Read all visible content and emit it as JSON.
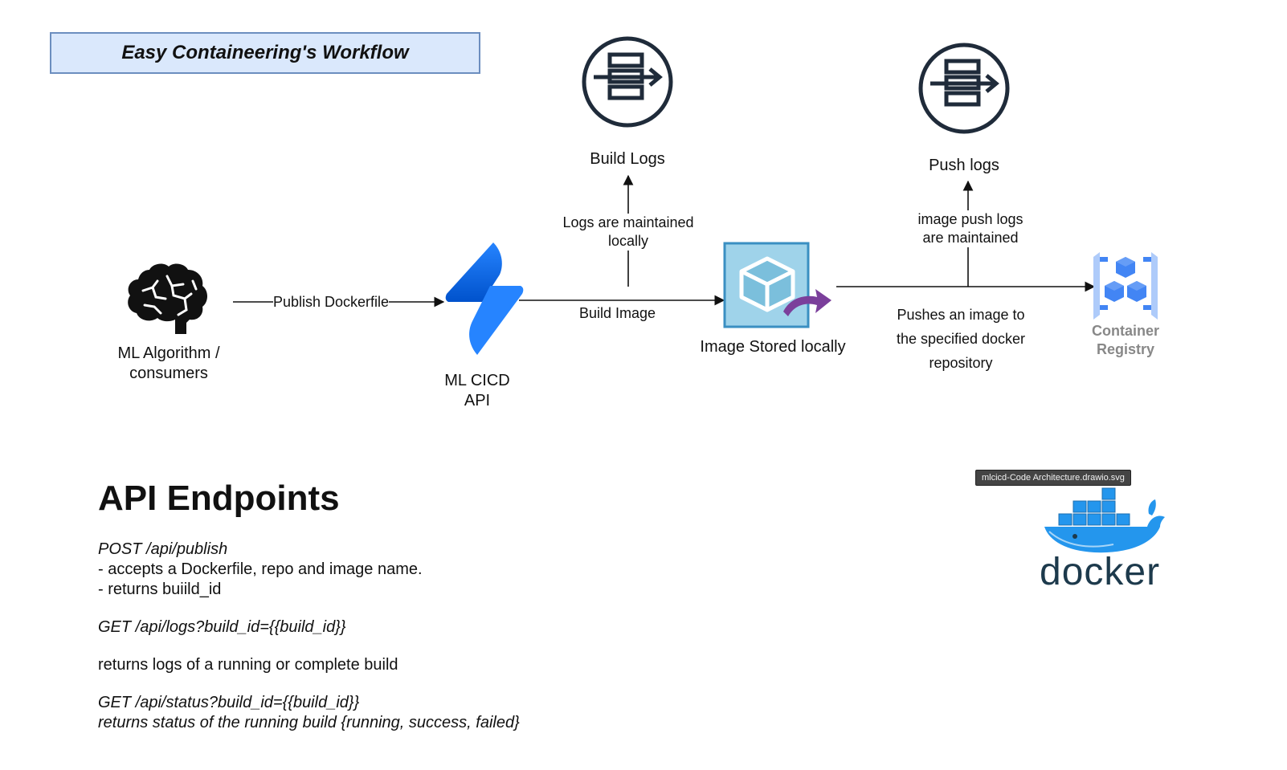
{
  "title": "Easy Containeering's Workflow",
  "nodes": {
    "ml_algorithm": "ML Algorithm /\nconsumers",
    "ml_cicd_api": "ML CICD\nAPI",
    "build_logs": "Build Logs",
    "image_stored": "Image Stored locally",
    "push_logs": "Push logs",
    "container_registry": "Container\nRegistry"
  },
  "edges": {
    "publish": "Publish Dockerfile",
    "build_image": "Build Image",
    "logs_maintained": "Logs are maintained\nlocally",
    "push_logs_maintained": "image push logs\nare maintained",
    "pushes_image": "Pushes an image to\nthe specified docker\nrepository"
  },
  "api": {
    "heading": "API Endpoints",
    "publish_endpoint": "POST /api/publish",
    "publish_desc1": "- accepts a Dockerfile, repo and image name.",
    "publish_desc2": "- returns buiild_id",
    "logs_endpoint": "GET /api/logs?build_id={{build_id}}",
    "logs_desc": "returns logs of a running or complete build",
    "status_endpoint": "GET /api/status?build_id={{build_id}}",
    "status_desc": "returns status of the running build {running, success, failed}"
  },
  "tooltip": "mlcicd-Code Architecture.drawio.svg",
  "docker_logo_text": "docker",
  "colors": {
    "title_fill": "#dae8fc",
    "title_stroke": "#6c8ebf",
    "icon_dark": "#1f2b3a",
    "jira_blue": "#2684ff",
    "storage_blue": "#78c2e0",
    "arrow_purple": "#7b3f9b",
    "gcp_blue": "#4285f4",
    "docker_blue": "#2496ed"
  },
  "icons": {
    "brain": "brain-icon",
    "api": "jira-style-api-icon",
    "build_logs": "log-icon",
    "push_logs": "log-icon",
    "storage": "container-storage-icon",
    "registry": "container-registry-icon",
    "docker": "docker-whale-icon"
  }
}
